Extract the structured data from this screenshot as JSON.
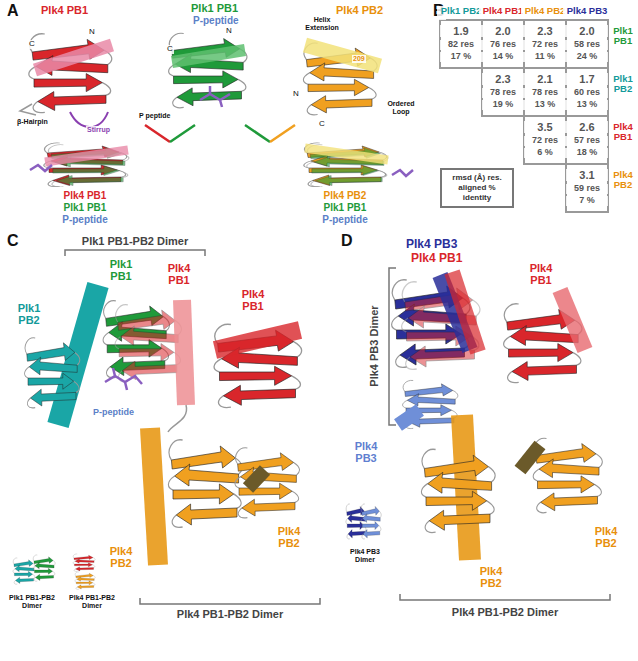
{
  "diagram": {
    "nodes": [
      {
        "text": [
          "rmsd (Å) res. aligned % identity"
        ]
      }
    ],
    "labels": [
      "A",
      "Plk4 PB1",
      "Plk1 PB1",
      "P-peptide",
      "Plk4 PB2",
      "C",
      "N",
      "C",
      "N",
      "Helix Extension",
      "209",
      "N",
      "C",
      "Ordered Loop",
      "β-Hairpin",
      "Stirrup",
      "P peptide",
      "Plk4 PB1",
      "Plk1 PB1",
      "P-peptide",
      "Plk4 PB2",
      "Plk1 PB1",
      "P-peptide",
      "B",
      "Plk1 PB2",
      "Plk4 PB1",
      "Plk4 PB2",
      "Plk4 PB3",
      "1.9",
      "82 res",
      "17 %",
      "2.0",
      "76 res",
      "14 %",
      "2.3",
      "72 res",
      "11 %",
      "2.0",
      "58 res",
      "24 %",
      "Plk1 PB1",
      "2.3",
      "78 res",
      "19 %",
      "2.1",
      "78 res",
      "13 %",
      "1.7",
      "60 res",
      "13 %",
      "Plk1 PB2",
      "3.5",
      "72 res",
      "6 %",
      "2.6",
      "57 res",
      "18 %",
      "Plk4 PB1",
      "3.1",
      "59 res",
      "7 %",
      "Plk4 PB2",
      "C",
      "Plk1 PB1-PB2 Dimer",
      "Plk1 PB1",
      "Plk4 PB1",
      "Plk1 PB2",
      "Plk4 PB1",
      "P-peptide",
      "Plk4 PB2",
      "Plk4 PB2",
      "Plk4 PB1-PB2 Dimer",
      "Plk1 PB1-PB2 Dimer",
      "Plk4 PB1-PB2 Dimer",
      "D",
      "Plk4 PB3",
      "Plk4 PB1",
      "Plk4 PB1",
      "Plk4 PB3 Dimer",
      "Plk4 PB3",
      "Plk4 PB2",
      "Plk4 PB2",
      "Plk4 PB1-PB2 Dimer",
      "Plk4 PB3 Dimer"
    ]
  }
}
